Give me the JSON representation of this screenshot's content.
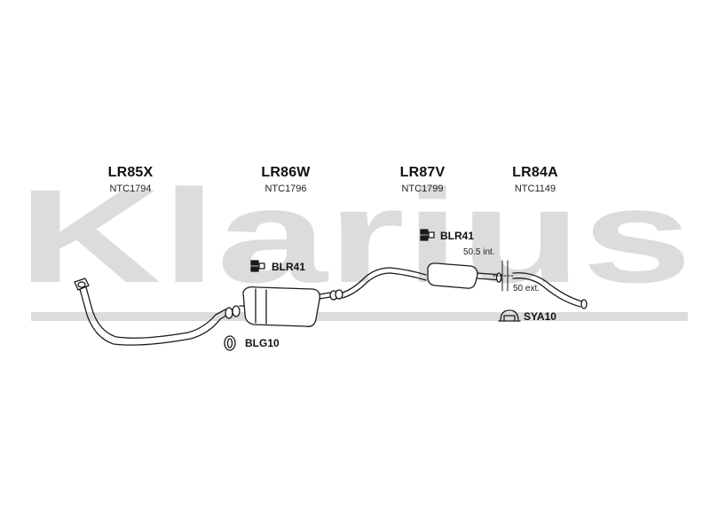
{
  "brand": {
    "watermark_text": "Klarius",
    "watermark_color": "#d9d9d9"
  },
  "parts": [
    {
      "code": "LR85X",
      "ref": "NTC1794"
    },
    {
      "code": "LR86W",
      "ref": "NTC1796"
    },
    {
      "code": "LR87V",
      "ref": "NTC1799"
    },
    {
      "code": "LR84A",
      "ref": "NTC1149"
    }
  ],
  "accessories": [
    {
      "code": "BLR41",
      "icon": "rubber-mount-icon"
    },
    {
      "code": "BLR41",
      "icon": "rubber-mount-icon"
    },
    {
      "code": "BLG10",
      "icon": "gasket-ring-icon"
    },
    {
      "code": "SYA10",
      "icon": "clamp-icon"
    }
  ],
  "notes": {
    "joint_internal": "50.5 int.",
    "joint_external": "50 ext."
  },
  "colors": {
    "line": "#1a1a1a",
    "text": "#111111"
  }
}
